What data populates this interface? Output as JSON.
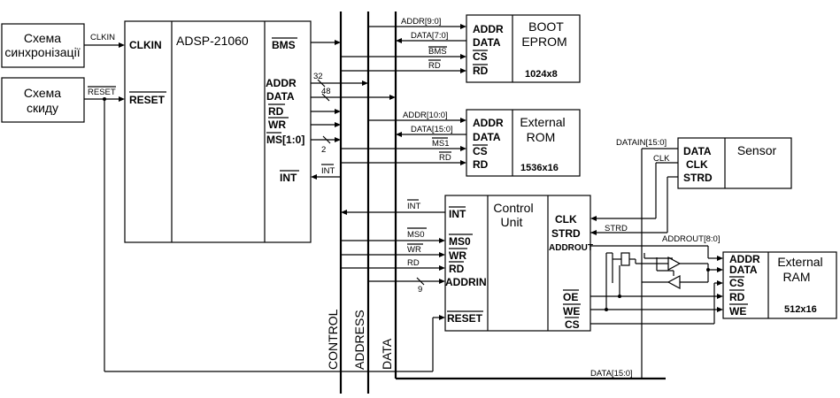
{
  "blocks": {
    "sync": {
      "line1": "Схема",
      "line2": "синхронізації"
    },
    "reset": {
      "line1": "Схема",
      "line2": "скиду"
    },
    "dsp": {
      "name": "ADSP-21060",
      "clkin": "CLKIN",
      "reset": "RESET",
      "bms": "BMS",
      "addr": "ADDR",
      "data": "DATA",
      "rd": "RD",
      "wr": "WR",
      "ms": "MS[1:0]",
      "int": "INT"
    },
    "boot": {
      "title1": "BOOT",
      "title2": "EPROM",
      "size": "1024x8",
      "addr": "ADDR",
      "data": "DATA",
      "cs": "CS",
      "rd": "RD"
    },
    "rom": {
      "title1": "External",
      "title2": "ROM",
      "size": "1536x16",
      "addr": "ADDR",
      "data": "DATA",
      "cs": "CS",
      "rd": "RD"
    },
    "sensor": {
      "title": "Sensor",
      "data": "DATA",
      "clk": "CLK",
      "strd": "STRD"
    },
    "cu": {
      "title1": "Control",
      "title2": "Unit",
      "int": "INT",
      "ms0": "MS0",
      "wr": "WR",
      "rd": "RD",
      "addrin": "ADDRIN",
      "reset": "RESET",
      "clk": "CLK",
      "strd": "STRD",
      "addrout": "ADDROUT",
      "oe": "OE",
      "we": "WE",
      "cs": "CS"
    },
    "ram": {
      "title1": "External",
      "title2": "RAM",
      "size": "512x16",
      "addr": "ADDR",
      "data": "DATA",
      "cs": "CS",
      "rd": "RD",
      "we": "WE"
    }
  },
  "signals": {
    "clkin": "CLKIN",
    "reset": "RESET",
    "addr90": "ADDR[9:0]",
    "data70": "DATA[7:0]",
    "bms": "BMS",
    "rd": "RD",
    "n32": "32",
    "n48": "48",
    "n2": "2",
    "int": "INT",
    "addr100": "ADDR[10:0]",
    "data150": "DATA[15:0]",
    "ms1": "MS1",
    "rd2": "RD",
    "datain": "DATAIN[15:0]",
    "clk": "CLK",
    "strd": "STRD",
    "int2": "INT",
    "ms0": "MS0",
    "wr": "WR",
    "rd3": "RD",
    "n9": "9",
    "addrout": "ADDROUT[8:0]",
    "data_bottom": "DATA[15:0]"
  },
  "buses": {
    "control": "CONTROL",
    "address": "ADDRESS",
    "data": "DATA"
  }
}
